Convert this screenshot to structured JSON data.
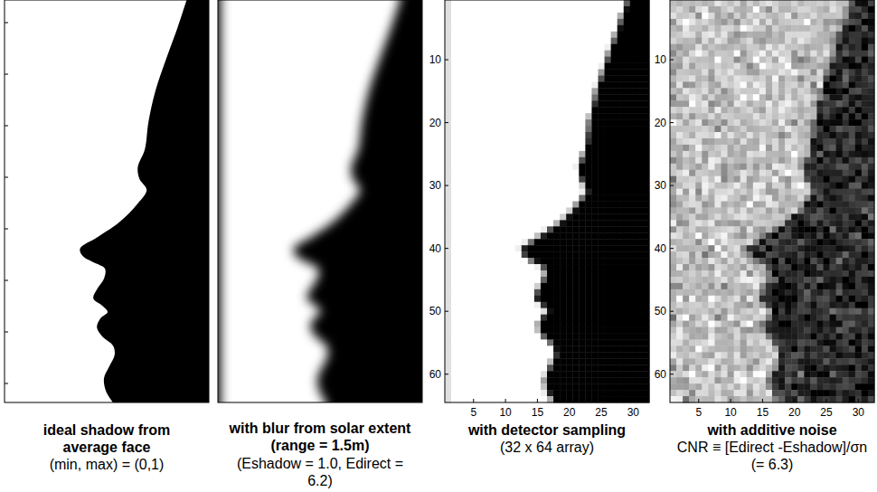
{
  "diagram": {
    "nodes": [
      {
        "text": [
          "ideal shadow from average face",
          "(min, max) = (0,1)"
        ]
      },
      {
        "text": [
          "with blur from solar extent (range = 1.5m)",
          "(Eshadow = 1.0, Edirect = 6.2)"
        ]
      },
      {
        "text": [
          "with detector sampling",
          "(32 x 64 array)"
        ]
      },
      {
        "text": [
          "with additive noise",
          "CNR ≡ [Edirect -Eshadow]/σn",
          "(= 6.3)"
        ]
      }
    ],
    "labels": [
      "10",
      "20",
      "30",
      "40",
      "50",
      "60",
      "5",
      "10",
      "15",
      "20",
      "25",
      "30",
      "10",
      "20",
      "30",
      "40",
      "50",
      "60",
      "5",
      "10",
      "15",
      "20",
      "25",
      "30"
    ]
  }
}
